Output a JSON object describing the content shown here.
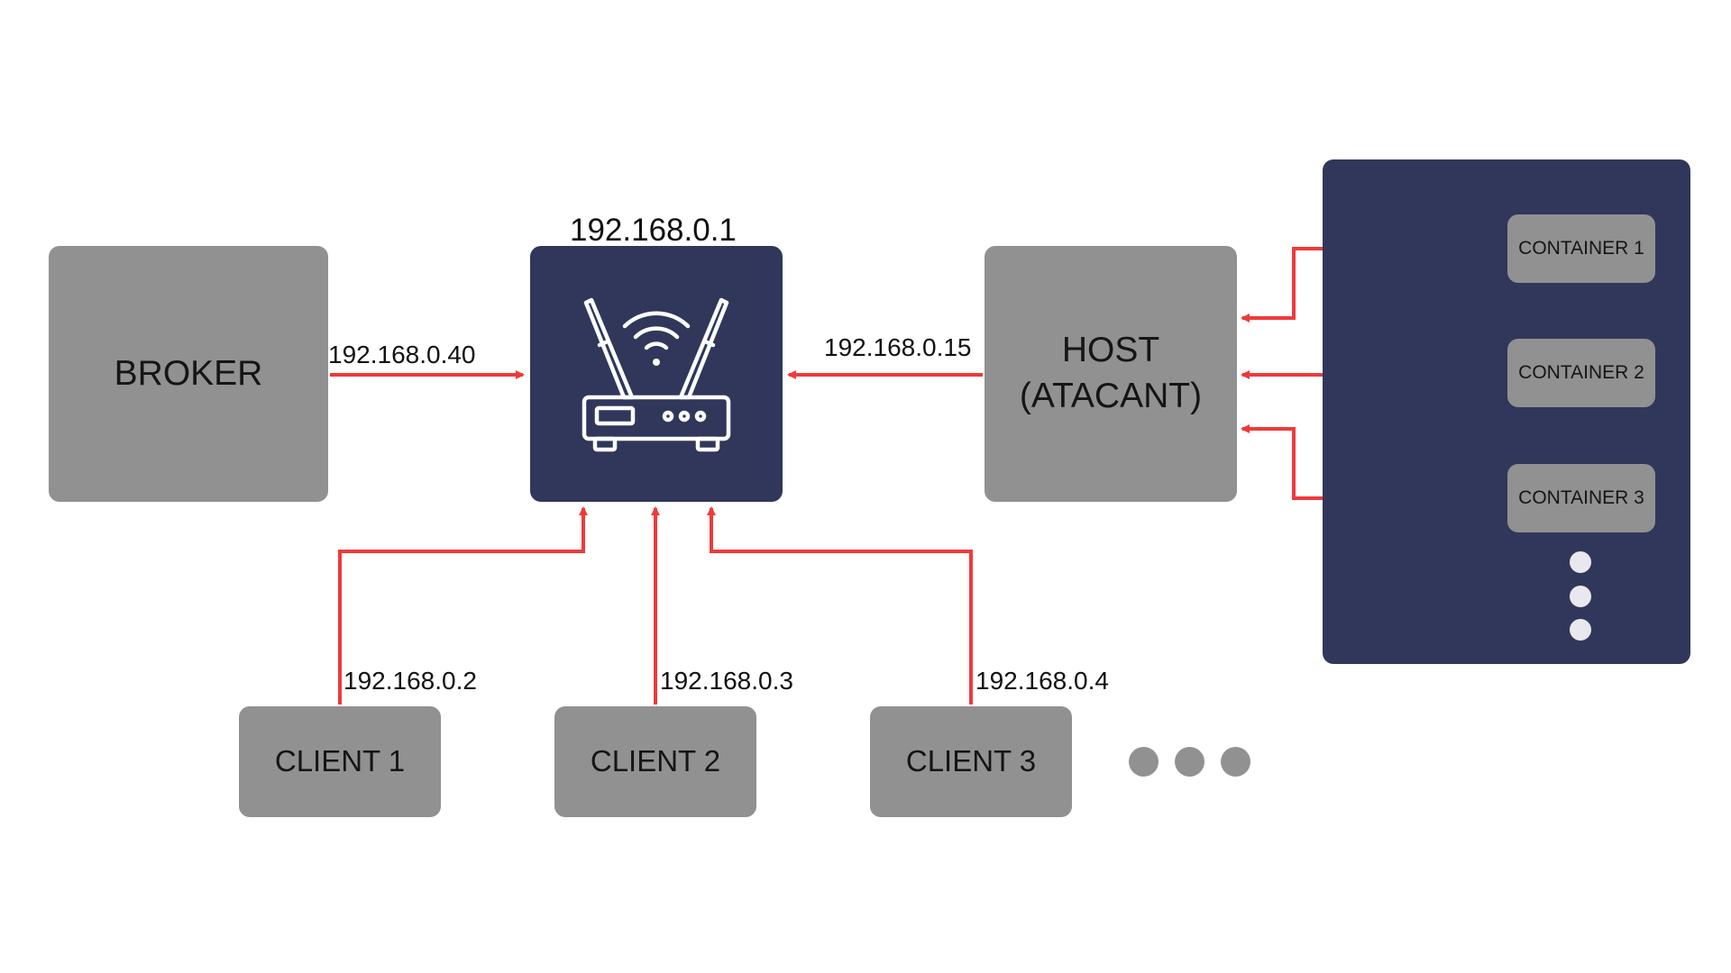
{
  "router": {
    "ip": "192.168.0.1",
    "icon": "wifi-router-icon"
  },
  "broker": {
    "label": "BROKER",
    "ip": "192.168.0.40"
  },
  "host": {
    "label": "HOST\n(ATACANT)",
    "ip": "192.168.0.15"
  },
  "clients": [
    {
      "label": "CLIENT 1",
      "ip": "192.168.0.2"
    },
    {
      "label": "CLIENT 2",
      "ip": "192.168.0.3"
    },
    {
      "label": "CLIENT 3",
      "ip": "192.168.0.4"
    }
  ],
  "containers": [
    {
      "label": "CONTAINER 1"
    },
    {
      "label": "CONTAINER 2"
    },
    {
      "label": "CONTAINER 3"
    }
  ],
  "colors": {
    "link": "#ef3a3a",
    "node": "#919191",
    "navy": "#30375b"
  }
}
